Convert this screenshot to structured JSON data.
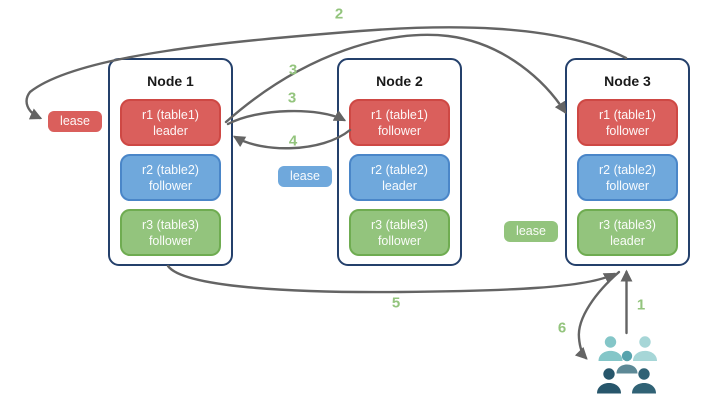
{
  "nodes": [
    {
      "title": "Node 1",
      "replicas": [
        {
          "name": "r1 (table1)",
          "role": "leader",
          "color": "red"
        },
        {
          "name": "r2 (table2)",
          "role": "follower",
          "color": "blue"
        },
        {
          "name": "r3 (table3)",
          "role": "follower",
          "color": "green"
        }
      ]
    },
    {
      "title": "Node 2",
      "replicas": [
        {
          "name": "r1 (table1)",
          "role": "follower",
          "color": "red"
        },
        {
          "name": "r2 (table2)",
          "role": "leader",
          "color": "blue"
        },
        {
          "name": "r3 (table3)",
          "role": "follower",
          "color": "green"
        }
      ]
    },
    {
      "title": "Node 3",
      "replicas": [
        {
          "name": "r1 (table1)",
          "role": "follower",
          "color": "red"
        },
        {
          "name": "r2 (table2)",
          "role": "follower",
          "color": "blue"
        },
        {
          "name": "r3 (table3)",
          "role": "leader",
          "color": "green"
        }
      ]
    }
  ],
  "leases": [
    {
      "label": "lease",
      "color": "red"
    },
    {
      "label": "lease",
      "color": "blue"
    },
    {
      "label": "lease",
      "color": "green"
    }
  ],
  "steps": [
    {
      "label": "1"
    },
    {
      "label": "2"
    },
    {
      "label": "3"
    },
    {
      "label": "3"
    },
    {
      "label": "4"
    },
    {
      "label": "5"
    },
    {
      "label": "6"
    }
  ],
  "colors": {
    "red_fill": "#da5f5c",
    "red_border": "#ce4844",
    "blue_fill": "#6fa8dc",
    "blue_border": "#4a86c8",
    "green_fill": "#93c47d",
    "green_border": "#6fac51",
    "node_border": "#24406b",
    "arrow": "#646464",
    "step_label": "#93c47d",
    "users_light_teal": "#84c6c8",
    "users_pale_teal": "#a6d6d7",
    "users_mid_teal": "#57a3ad",
    "users_gray_teal": "#5d8996",
    "users_dark_navy": "#27566b",
    "users_dark_teal": "#306275"
  },
  "icons": {
    "users": "users-group-icon"
  }
}
